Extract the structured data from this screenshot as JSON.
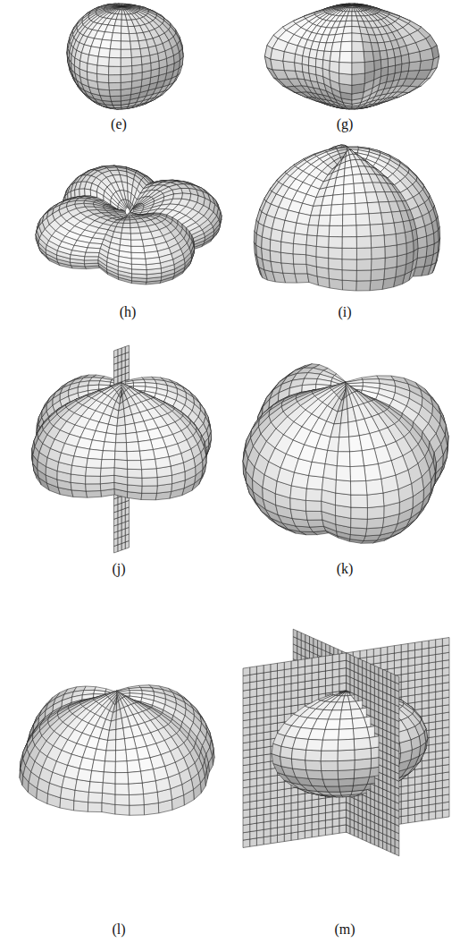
{
  "diagram": {
    "labels": [
      "(e)",
      "(g)",
      "(h)",
      "(i)",
      "(j)",
      "(k)",
      "(l)",
      "(m)"
    ]
  }
}
